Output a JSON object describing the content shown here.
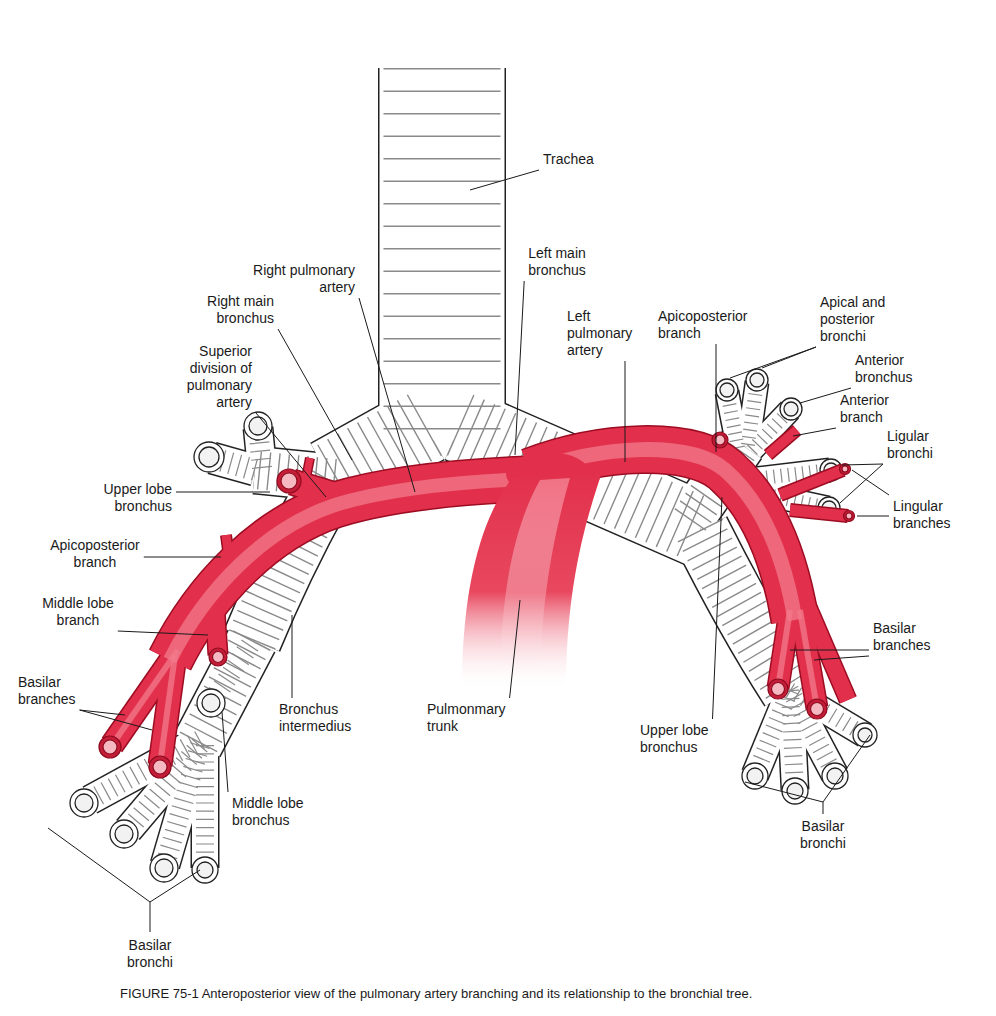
{
  "diagram": {
    "caption": "FIGURE 75-1 Anteroposterior view of the pulmonary artery branching and its relationship to the bronchial tree.",
    "labels": [
      "Trachea",
      "Left main bronchus",
      "Right pulmonary artery",
      "Right main bronchus",
      "Left pulmonary artery",
      "Apicoposterior branch",
      "Apical and posterior bronchi",
      "Superior division of pulmonary artery",
      "Anterior bronchus",
      "Anterior branch",
      "Ligular bronchi",
      "Upper lobe bronchus",
      "Lingular branches",
      "Apicoposterior branch",
      "Middle lobe branch",
      "Basilar branches",
      "Basilar branches",
      "Bronchus intermedius",
      "Pulmonmary trunk",
      "Upper lobe bronchus",
      "Middle lobe bronchus",
      "Basilar bronchi",
      "Basilar bronchi"
    ]
  }
}
